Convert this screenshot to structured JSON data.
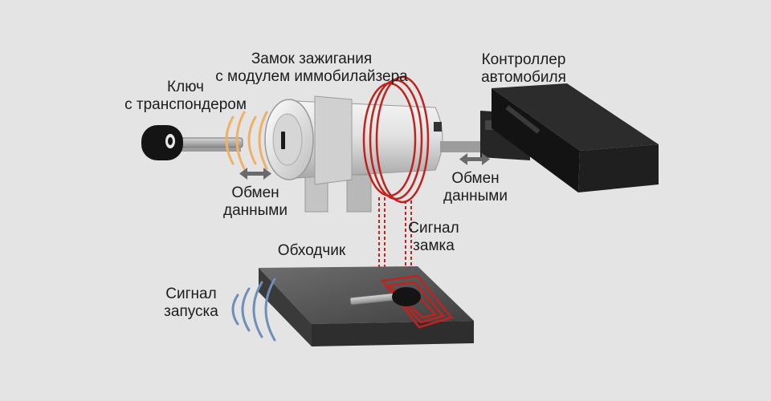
{
  "labels": {
    "key_line1": "Ключ",
    "key_line2": "с транспондером",
    "lock_line1": "Замок зажигания",
    "lock_line2": "с модулем иммобилайзера",
    "controller_line1": "Контроллер",
    "controller_line2": "автомобиля",
    "exchange_left_line1": "Обмен",
    "exchange_left_line2": "данными",
    "exchange_right_line1": "Обмен",
    "exchange_right_line2": "данными",
    "bypass": "Обходчик",
    "lock_signal_line1": "Сигнал",
    "lock_signal_line2": "замка",
    "start_signal_line1": "Сигнал",
    "start_signal_line2": "запуска"
  },
  "colors": {
    "background": "#e4e4e4",
    "coil": "#c0231f",
    "transponder_waves": "#f0b067",
    "start_waves": "#6e8fb8",
    "arrows": "#6a6a6a",
    "controller": "#1a1a1a",
    "bypass_box": "#4f4f4f"
  }
}
